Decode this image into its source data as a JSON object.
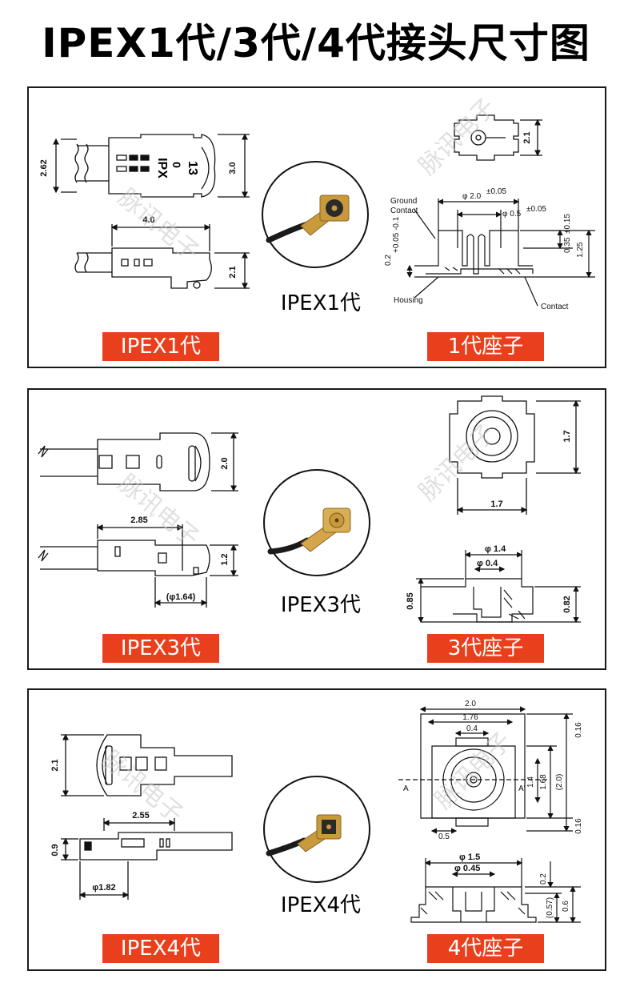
{
  "page": {
    "title": "IPEX1代/3代/4代接头尺寸图"
  },
  "watermark": "脉讯电子",
  "colors": {
    "tag_bg": "#ea3f1d",
    "tag_text": "#ffffff",
    "gold": "#c99a3c",
    "black": "#1a1a1a"
  },
  "panels": [
    {
      "id": "ipex1",
      "plug_tag": "IPEX1代",
      "photo_label": "IPEX1代",
      "socket_tag": "1代座子",
      "plug_dims": {
        "height_left": "2.62",
        "height_right": "3.0",
        "length": "4.0",
        "side_height": "2.1",
        "marking_top": "13",
        "marking_mid": "0",
        "marking_brand": "IPX"
      },
      "socket_dims": {
        "top_height": "2.1",
        "outer_dia": "φ 2.0",
        "outer_tol": "±0.05",
        "inner_dia": "φ 0.5",
        "inner_tol": "±0.05",
        "left_h": "0.2",
        "left_tol": "+0.05 -0.1",
        "inner_h": "0.35",
        "inner_h_tol": "±0.15",
        "total_h": "1.25",
        "label_ground": "Ground",
        "label_contact_top": "Contact",
        "label_housing": "Housing",
        "label_contact": "Contact"
      }
    },
    {
      "id": "ipex3",
      "plug_tag": "IPEX3代",
      "photo_label": "IPEX3代",
      "socket_tag": "3代座子",
      "plug_dims": {
        "height": "2.0",
        "length": "2.85",
        "side_height": "1.2",
        "dia": "(φ1.64)"
      },
      "socket_dims": {
        "height": "1.7",
        "width": "1.7",
        "outer_dia": "φ 1.4",
        "inner_dia": "φ 0.4",
        "left_h": "0.85",
        "right_h": "0.82"
      }
    },
    {
      "id": "ipex4",
      "plug_tag": "IPEX4代",
      "photo_label": "IPEX4代",
      "socket_tag": "4代座子",
      "plug_dims": {
        "height": "2.1",
        "length": "2.55",
        "side_height": "0.9",
        "dia": "φ1.82"
      },
      "socket_dims": {
        "width": "2.0",
        "inner_width": "1.76",
        "pin": "0.4",
        "top_margin": "0.16",
        "body": "1.68",
        "body_total": "(2.0)",
        "inner_h": "1.4",
        "bottom_margin": "0.16",
        "foot": "0.5",
        "section_a": "A",
        "section_a2": "A'",
        "outer_dia": "φ 1.5",
        "inner_dia": "φ 0.45",
        "top_h": "0.2",
        "mid_h": "(0.57)",
        "total_h": "0.6"
      }
    }
  ]
}
